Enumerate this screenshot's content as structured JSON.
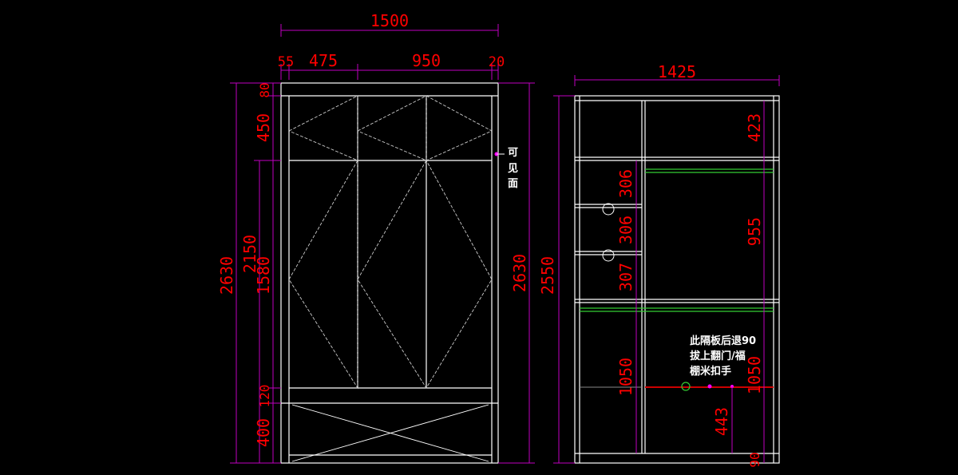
{
  "colors": {
    "background": "#000000",
    "line": "#ffffff",
    "dimension_line": "#c000c0",
    "dimension_text": "#ff0000",
    "shelf_accent": "#33cc33",
    "rail": "#cc0000",
    "marker": "#ff00ff"
  },
  "front_view": {
    "dims": {
      "overall_width": "1500",
      "left_gap": "55",
      "door_left": "475",
      "door_right": "950",
      "right_gap": "20",
      "overall_height": "2630",
      "door_height": "2150",
      "top_panel": "80",
      "top_section": "450",
      "middle_section": "1580",
      "plinth_rail": "120",
      "base_drawer": "400",
      "right_height": "2630"
    },
    "note_visible_side": {
      "line1": "可",
      "line2": "见",
      "line3": "面"
    }
  },
  "side_view": {
    "dims": {
      "overall_width": "1425",
      "overall_height": "2550",
      "upper_right": "423",
      "middle_right": "955",
      "lower_right": "1050",
      "drawer_1": "306",
      "drawer_2": "306",
      "drawer_3": "307",
      "left_lower": "1050",
      "rail_height": "443",
      "base": "90"
    },
    "note": {
      "line1": "此隔板后退90",
      "line2": "拔上翻门/福",
      "line3": "棚米扣手"
    }
  }
}
